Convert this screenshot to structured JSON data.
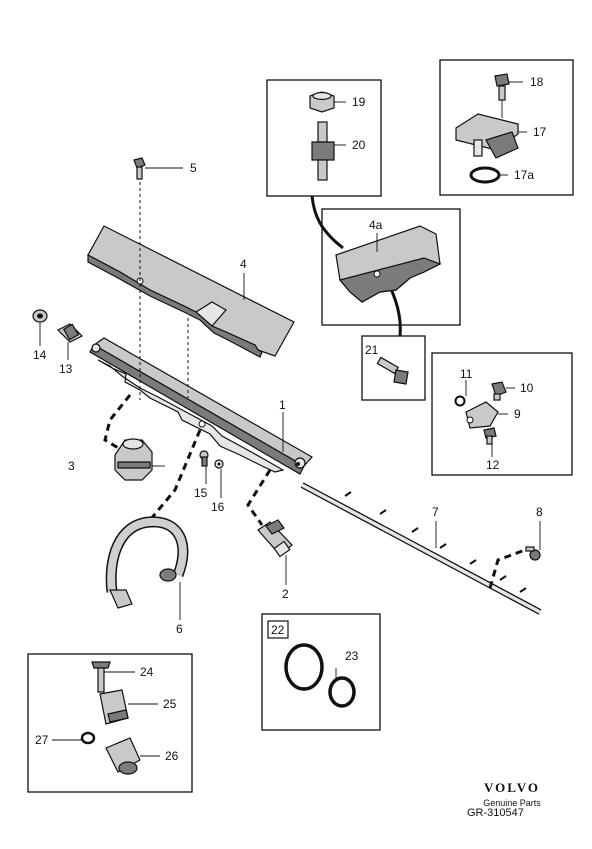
{
  "labels": {
    "l1": "1",
    "l2": "2",
    "l3": "3",
    "l4": "4",
    "l4a": "4a",
    "l5": "5",
    "l6": "6",
    "l7": "7",
    "l8": "8",
    "l9": "9",
    "l10": "10",
    "l11": "11",
    "l12": "12",
    "l13": "13",
    "l14": "14",
    "l15": "15",
    "l16": "16",
    "l17": "17",
    "l17a": "17a",
    "l18": "18",
    "l19": "19",
    "l20": "20",
    "l21": "21",
    "l22": "22",
    "l23": "23",
    "l24": "24",
    "l25": "25",
    "l26": "26",
    "l27": "27"
  },
  "brand": {
    "logo": "VOLVO",
    "subtitle": "Genuine Parts",
    "code": "GR-310547"
  }
}
